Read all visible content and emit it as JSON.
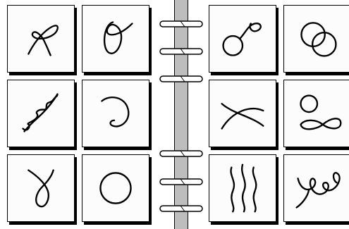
{
  "board": {
    "left_page": [
      {
        "id": "card-1",
        "icon": "loop-knot-icon"
      },
      {
        "id": "card-2",
        "icon": "oval-loop-icon"
      },
      {
        "id": "card-3",
        "icon": "twisted-rope-icon"
      },
      {
        "id": "card-4",
        "icon": "curl-icon"
      },
      {
        "id": "card-5",
        "icon": "figure-loop-icon"
      },
      {
        "id": "card-6",
        "icon": "circle-icon"
      }
    ],
    "right_page": [
      {
        "id": "card-7",
        "icon": "circle-with-loop-icon"
      },
      {
        "id": "card-8",
        "icon": "double-circle-icon"
      },
      {
        "id": "card-9",
        "icon": "crossed-arcs-icon"
      },
      {
        "id": "card-10",
        "icon": "circle-and-infinity-icon"
      },
      {
        "id": "card-11",
        "icon": "wavy-lines-icon"
      },
      {
        "id": "card-12",
        "icon": "spiral-squiggle-icon"
      }
    ],
    "binder_rings": 6
  }
}
